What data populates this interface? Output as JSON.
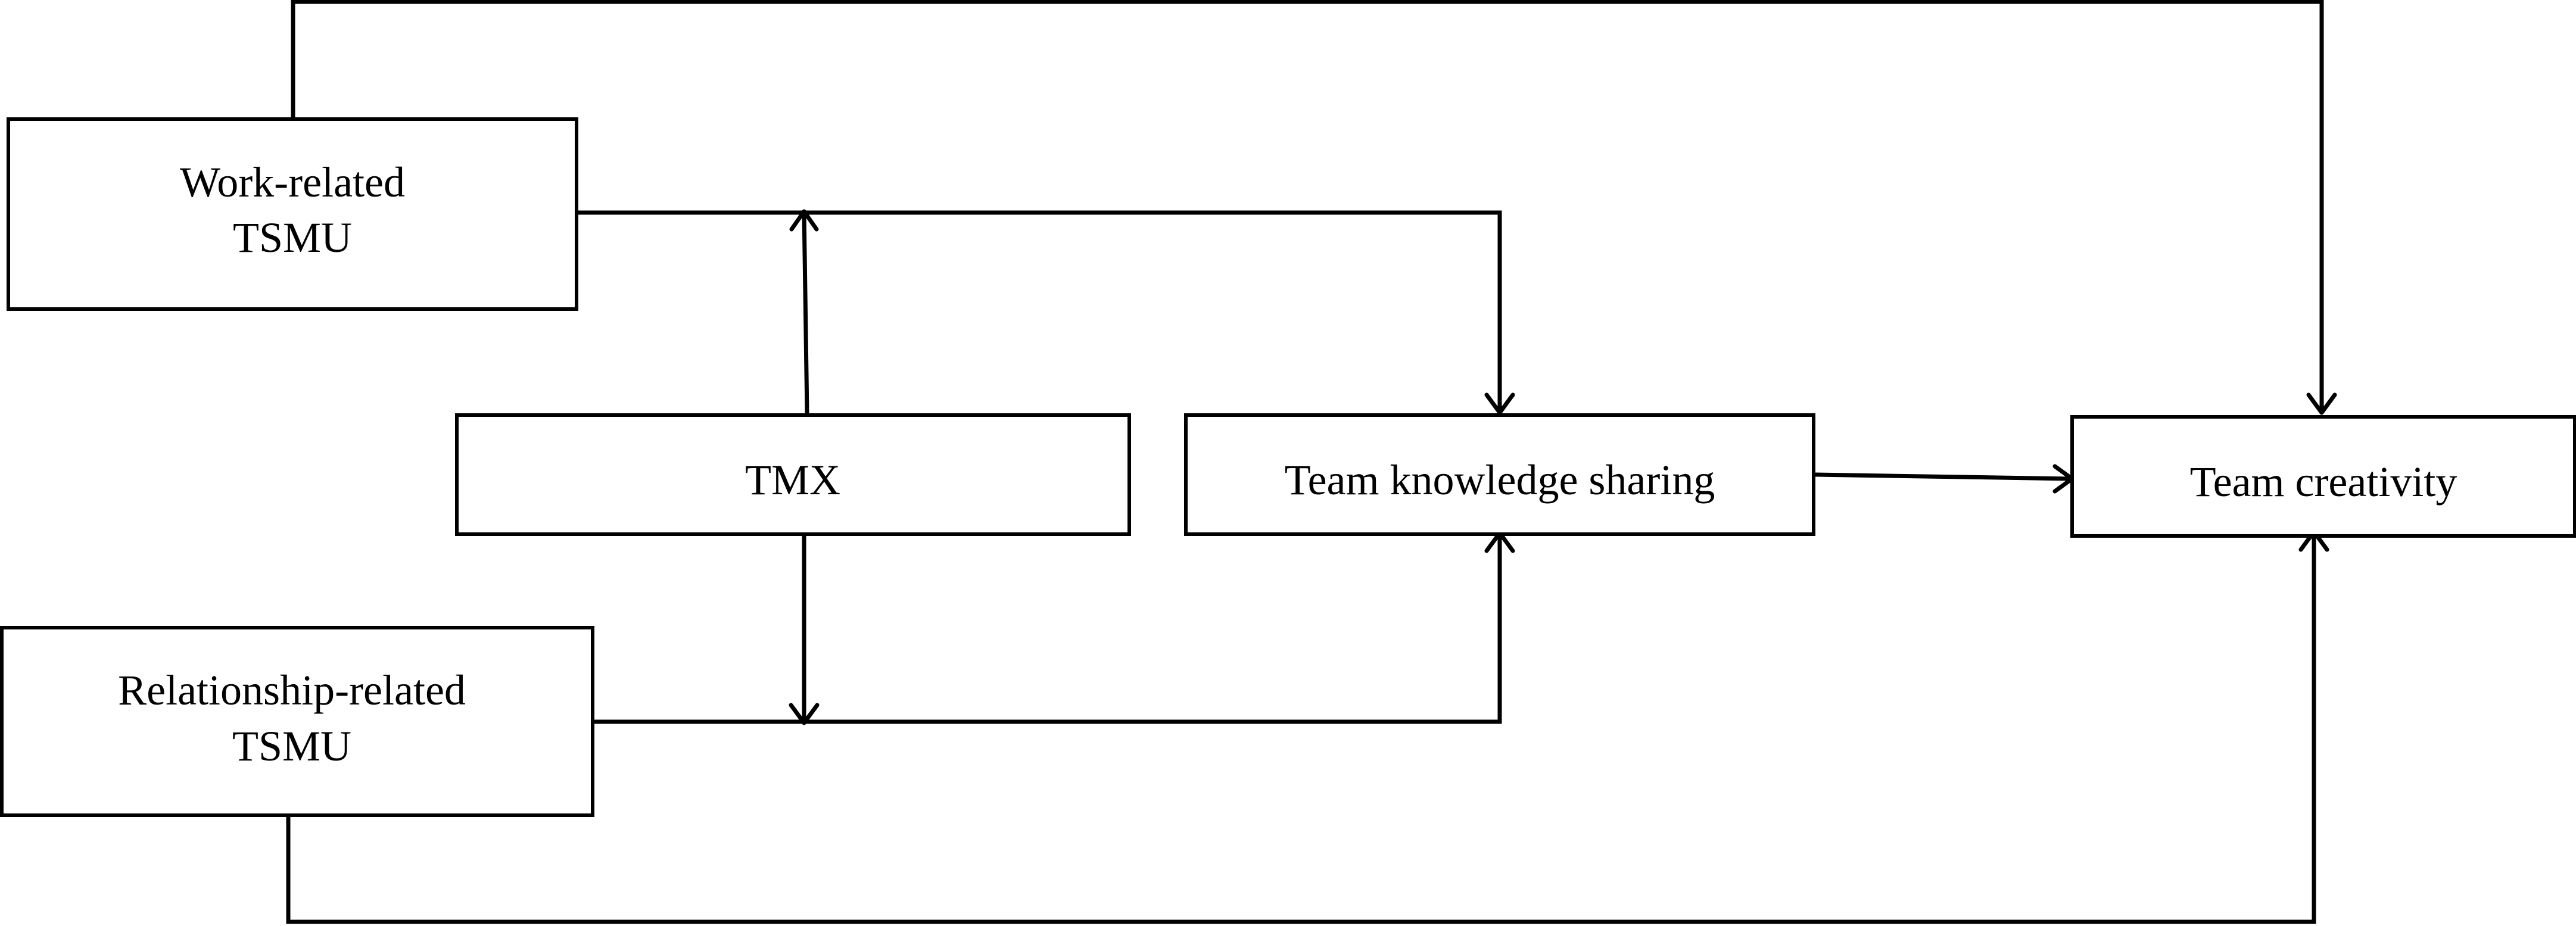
{
  "diagram": {
    "nodes": {
      "work_tsmu": {
        "line1": "Work-related",
        "line2": "TSMU"
      },
      "relationship_tsmu": {
        "line1": "Relationship-related",
        "line2": "TSMU"
      },
      "tmx": {
        "label": "TMX"
      },
      "knowledge_sharing": {
        "label": "Team knowledge sharing"
      },
      "creativity": {
        "label": "Team creativity"
      }
    },
    "edges": [
      {
        "from": "Work-related TSMU",
        "to": "Team knowledge sharing"
      },
      {
        "from": "Relationship-related TSMU",
        "to": "Team knowledge sharing"
      },
      {
        "from": "TMX",
        "to": "Work-related TSMU → Team knowledge sharing",
        "type": "moderation"
      },
      {
        "from": "TMX",
        "to": "Relationship-related TSMU → Team knowledge sharing",
        "type": "moderation"
      },
      {
        "from": "Team knowledge sharing",
        "to": "Team creativity"
      },
      {
        "from": "Work-related TSMU",
        "to": "Team creativity"
      },
      {
        "from": "Relationship-related TSMU",
        "to": "Team creativity"
      }
    ]
  }
}
